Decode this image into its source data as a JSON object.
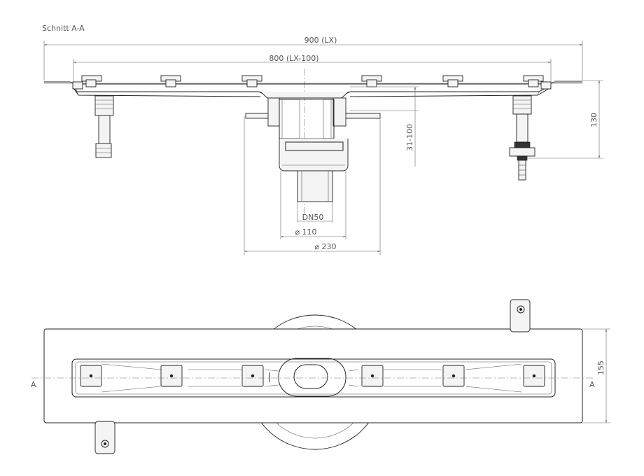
{
  "title": "Schnitt A-A",
  "dimensions": {
    "overall_length": "900 (LX)",
    "grate_length": "800 (LX-100)",
    "height_right": "130",
    "adjust_range": "31-100",
    "outlet": "DN50",
    "diameter_inner": "⌀ 110",
    "diameter_outer": "⌀ 230",
    "width": "155"
  },
  "section_marks": {
    "left": "A",
    "right": "A"
  },
  "colors": {
    "line": "#222222",
    "dimension": "#666666",
    "background": "#ffffff"
  }
}
